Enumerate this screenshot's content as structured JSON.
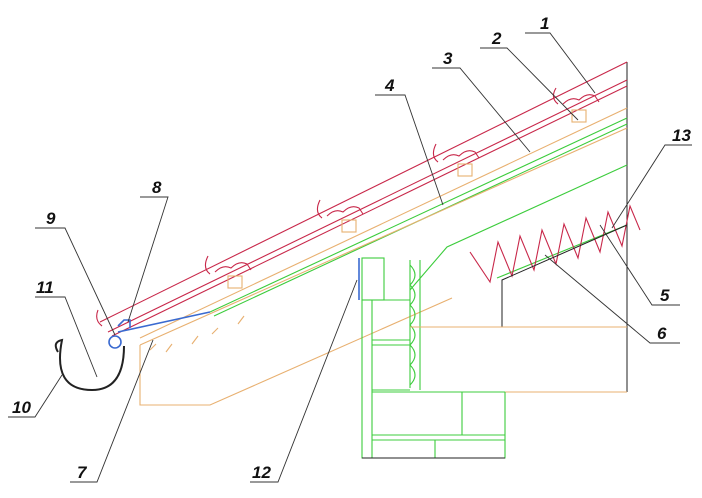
{
  "title": "Roof eave section detail",
  "labels": {
    "l1": "1",
    "l2": "2",
    "l3": "3",
    "l4": "4",
    "l5": "5",
    "l6": "6",
    "l7": "7",
    "l8": "8",
    "l9": "9",
    "l10": "10",
    "l11": "11",
    "l12": "12",
    "l13": "13"
  },
  "colors": {
    "tile": "#c8284a",
    "membrane": "#3ccc3c",
    "timber": "#e8b070",
    "metal": "#3a6ad0"
  }
}
